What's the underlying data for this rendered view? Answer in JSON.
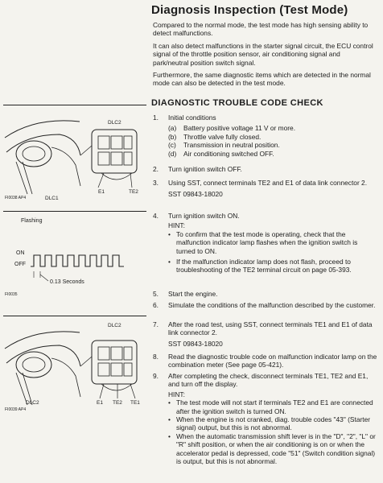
{
  "page": {
    "title": "Diagnosis Inspection (Test Mode)",
    "intro": [
      "Compared to the normal mode, the test mode has high sensing ability to detect malfunctions.",
      "It can also detect malfunctions in the starter signal circuit, the ECU control signal of the throttle position sensor, air conditioning signal and park/neutral position switch signal.",
      "Furthermore, the same diagnostic items which are detected in the normal mode can also be detected in the test mode."
    ],
    "section_title": "DIAGNOSTIC TROUBLE CODE CHECK",
    "steps": [
      {
        "num": "1.",
        "text": "Initial conditions",
        "sub": [
          {
            "lbl": "(a)",
            "text": "Battery positive voltage 11 V or more."
          },
          {
            "lbl": "(b)",
            "text": "Throttle valve fully closed."
          },
          {
            "lbl": "(c)",
            "text": "Transmission in neutral position."
          },
          {
            "lbl": "(d)",
            "text": "Air conditioning switched OFF."
          }
        ]
      },
      {
        "num": "2.",
        "text": "Turn ignition switch OFF."
      },
      {
        "num": "3.",
        "text": "Using SST, connect terminals TE2 and E1 of data link connector 2.",
        "code": "SST 09843-18020"
      },
      {
        "num": "4.",
        "text": "Turn ignition switch ON.",
        "hint": "HINT:",
        "bullets": [
          "To confirm that the test mode is operating, check that the malfunction indicator lamp flashes when the ignition switch is turned to ON.",
          "If the malfunction indicator lamp does not flash, proceed to troubleshooting of the TE2 terminal circuit on page 05-393."
        ]
      },
      {
        "num": "5.",
        "text": "Start the engine."
      },
      {
        "num": "6.",
        "text": "Simulate the conditions of the malfunction described by the customer."
      },
      {
        "num": "7.",
        "text": "After the road test, using SST, connect terminals TE1 and E1 of data link connector 2.",
        "code": "SST 09843-18020"
      },
      {
        "num": "8.",
        "text": "Read the diagnostic trouble code on malfunction indicator lamp on the combination meter (See page 05-421)."
      },
      {
        "num": "9.",
        "text": "After completing the check, disconnect terminals TE1, TE2 and E1, and turn off the display.",
        "hint": "HINT:",
        "bullets": [
          "The test mode will not start if terminals TE2 and E1 are connected after the ignition switch is turned ON.",
          "When the engine is not cranked, diag. trouble codes \"43\" (Starter signal) output, but this is not abnormal.",
          "When the automatic transmission shift lever is in the \"D\", \"2\", \"L\" or \"R\" shift position, or when the air conditioning is on or when the accelerator pedal is depressed, code \"51\" (Switch condition signal) is output, but this is not abnormal."
        ]
      }
    ],
    "fig1": {
      "dlc": "DLC2",
      "dlc1": "DLC1",
      "e1": "E1",
      "te2": "TE2",
      "fig_code": "FI0038 AP4"
    },
    "fig2": {
      "title": "Flashing",
      "on": "ON",
      "off": "OFF",
      "caption": "0.13 Seconds",
      "fig_code": "FI0035"
    },
    "fig3": {
      "dlc": "DLC2",
      "dlc1": "DLC2",
      "e1": "E1",
      "te2": "TE2",
      "te1": "TE1",
      "fig_code": "FI0039 AP4"
    }
  }
}
